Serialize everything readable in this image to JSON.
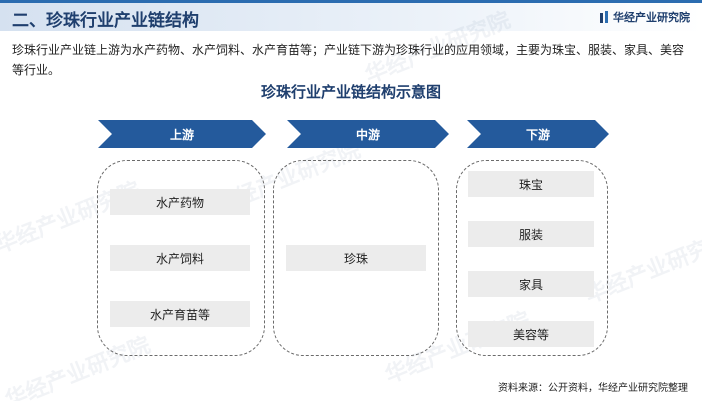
{
  "header": {
    "title": "二、珍珠行业产业链结构",
    "brand": "华经产业研究院"
  },
  "intro": "珍珠行业产业链上游为水产药物、水产饲料、水产育苗等；产业链下游为珍珠行业的应用领域，主要为珠宝、服装、家具、美容等行业。",
  "diagram": {
    "title": "珍珠行业产业链结构示意图",
    "stages": [
      {
        "label": "上游",
        "items": [
          "水产药物",
          "水产饲料",
          "水产育苗等"
        ]
      },
      {
        "label": "中游",
        "items": [
          "珍珠"
        ]
      },
      {
        "label": "下游",
        "items": [
          "珠宝",
          "服装",
          "家具",
          "美容等"
        ]
      }
    ]
  },
  "source": "资料来源：公开资料，华经产业研究院整理",
  "watermark": "华经产业研究院",
  "colors": {
    "header_text": "#1f3f6e",
    "arrow_fill": "#245a9c",
    "item_fill": "#ececec",
    "header_band": "#d5e1f0"
  }
}
